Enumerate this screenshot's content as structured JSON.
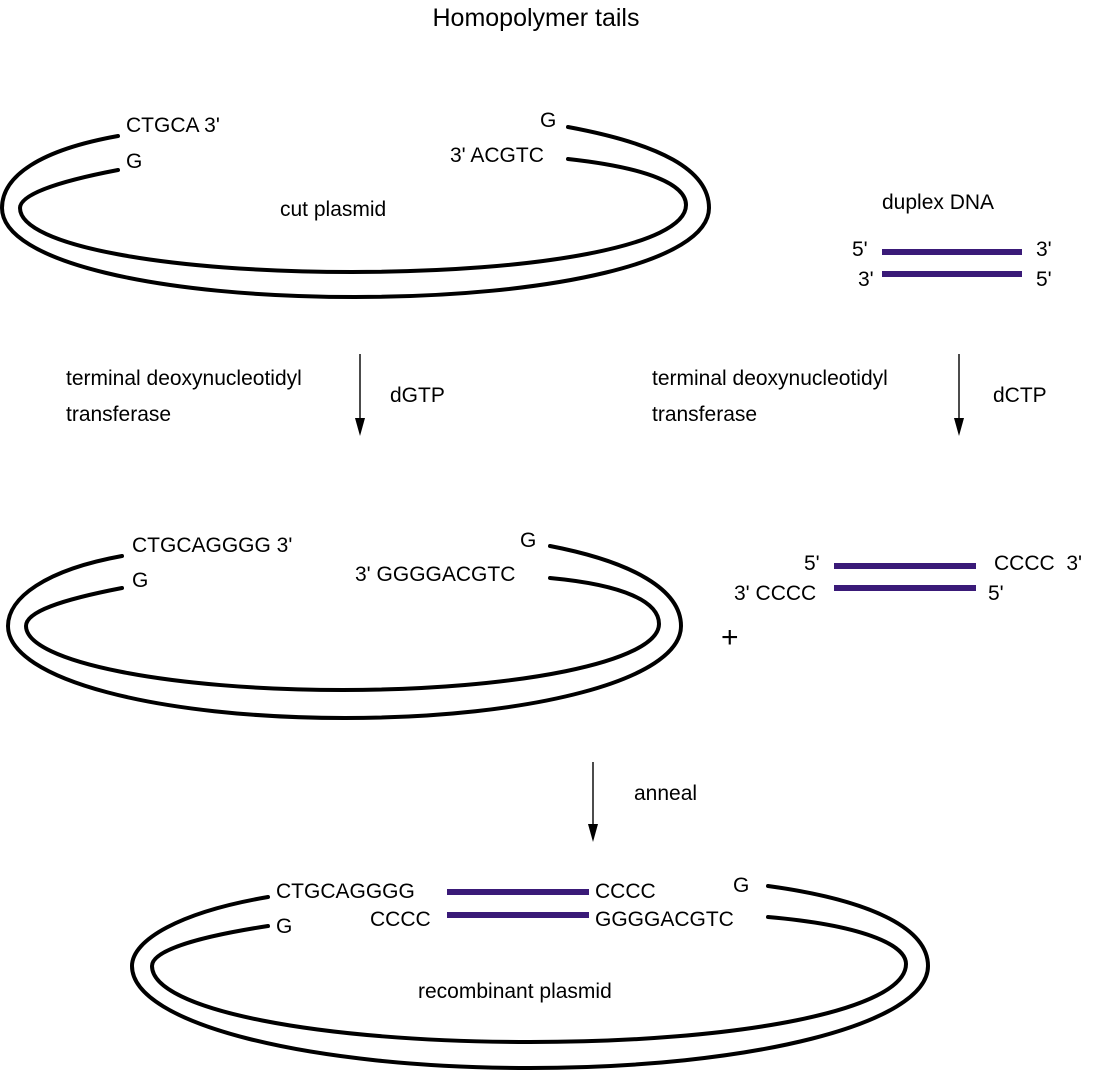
{
  "title": "Homopolymer tails",
  "colors": {
    "duplex": "#3a1a78",
    "strand": "#000000"
  },
  "cut_plasmid": {
    "label": "cut plasmid",
    "left_top_end": "CTGCA 3'",
    "left_bottom_end": "G",
    "right_top_end": "G",
    "right_bottom_end": "3' ACGTC"
  },
  "duplex_dna": {
    "label": "duplex DNA",
    "top_left": "5'",
    "top_right": "3'",
    "bottom_left": "3'",
    "bottom_right": "5'"
  },
  "step_left": {
    "enzyme_line1": "terminal deoxynucleotidyl",
    "enzyme_line2": "transferase",
    "substrate": "dGTP"
  },
  "step_right": {
    "enzyme_line1": "terminal deoxynucleotidyl",
    "enzyme_line2": "transferase",
    "substrate": "dCTP"
  },
  "tailed_plasmid": {
    "left_top_end": "CTGCAGGGG 3'",
    "left_bottom_end": "G",
    "right_top_end": "G",
    "right_bottom_end": "3' GGGGACGTC"
  },
  "tailed_duplex": {
    "top_left": "5'",
    "top_right": "CCCC  3'",
    "bottom_left": "3' CCCC",
    "bottom_right": "5'"
  },
  "plus_sign": "+",
  "anneal_step": {
    "label": "anneal"
  },
  "recombinant_plasmid": {
    "label": "recombinant plasmid",
    "left_top": "CTGCAGGGG",
    "left_bottom_g": "G",
    "insert_top_right": "CCCC",
    "insert_bottom_left": "CCCC",
    "right_bottom": "GGGGACGTC",
    "right_top_g": "G"
  }
}
